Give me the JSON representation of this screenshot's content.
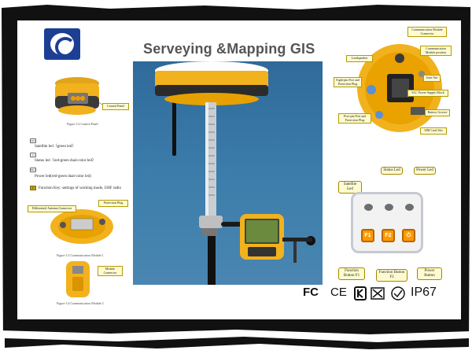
{
  "header": {
    "title": "Serveying &Mapping GIS"
  },
  "left_panel": {
    "control_panel_callout": "Control Panel",
    "figure_1_caption": "Figure 3.2 Control Panel",
    "legend": [
      {
        "icon": "GPS",
        "text": "Satellite led（green led）"
      },
      {
        "icon": "Sd",
        "text": "Status led（red-green dual-color led）"
      },
      {
        "icon": "BIO",
        "text": "Power led(red-green dual-color led)"
      },
      {
        "icon": "F",
        "text": "Function Key: settings of working mode, UHF radio"
      }
    ],
    "diff_antenna_callout": "Differential Antenna Connector",
    "protection_plug_callout": "Protection Plug",
    "figure_2_caption": "Figure 3.3 Communication Module 1",
    "module_connector_callout": "Module Connector",
    "figure_3_caption": "Figure 3.4 Communication Module 2"
  },
  "right_top_callouts": {
    "comm_connector": "Communication Module Connector",
    "comm_position": "Communication Module position",
    "loudspeaker": "Loudspeaker",
    "joint_nut": "Joint Nut",
    "eight_pin": "Eight-pin Port and Protection Plug",
    "slc_power": "SLC Power Supply Block",
    "battery_groove": "Battery Groove",
    "five_pin": "Five-pin Port and Protection Plug",
    "sim_slot": "SIM Card Slot"
  },
  "control_panel": {
    "satellite_led": "Satellite Led",
    "status_led": "Status Led",
    "power_led": "Power Led",
    "f1": "F1",
    "f2": "F2",
    "function_button_f1": "Function Button F1",
    "function_button_f2": "Function Button F2",
    "power_button": "Power Button"
  },
  "certifications": {
    "fc": "FC",
    "ce": "CE",
    "ip": "IP67"
  },
  "colors": {
    "device_yellow": "#f2b21d",
    "panel_blue": "#3d7eac",
    "callout_fill": "#fffbd0",
    "logo_blue": "#1c3f94"
  }
}
